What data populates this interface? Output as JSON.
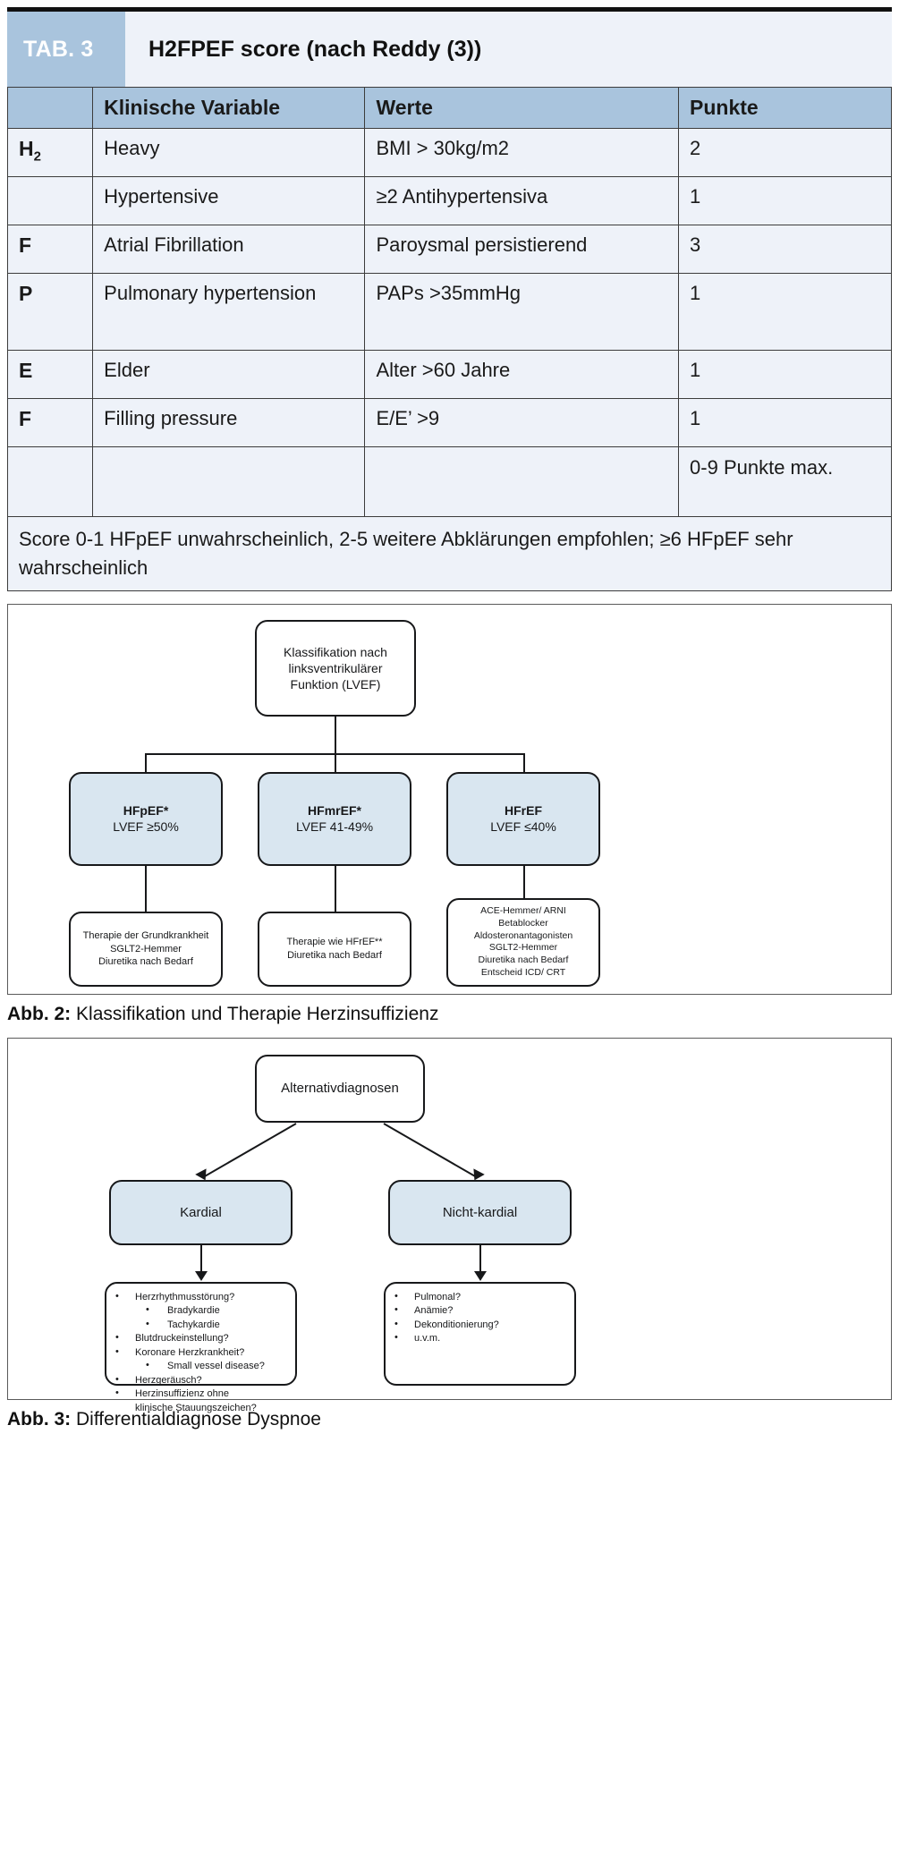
{
  "table3": {
    "badge": "TAB. 3",
    "title": "H2FPEF score (nach Reddy (3))",
    "columns": [
      "",
      "Klinische Variable",
      "Werte",
      "Punkte"
    ],
    "rows": [
      {
        "key": "H",
        "key_sub": "2",
        "variable": "Heavy",
        "werte": "BMI > 30kg/m2",
        "punkte": "2"
      },
      {
        "key": "",
        "key_sub": "",
        "variable": "Hypertensive",
        "werte": "≥2 Antihypertensiva",
        "punkte": "1"
      },
      {
        "key": "F",
        "key_sub": "",
        "variable": "Atrial Fibrillation",
        "werte": "Paroysmal persistierend",
        "punkte": "3"
      },
      {
        "key": "P",
        "key_sub": "",
        "variable": "Pulmonary hypertension",
        "werte": "PAPs >35mmHg",
        "punkte": "1"
      },
      {
        "key": "E",
        "key_sub": "",
        "variable": "Elder",
        "werte": "Alter >60 Jahre",
        "punkte": "1"
      },
      {
        "key": "F",
        "key_sub": "",
        "variable": "Filling pressure",
        "werte": "E/E’ >9",
        "punkte": "1"
      },
      {
        "key": "",
        "key_sub": "",
        "variable": "",
        "werte": "",
        "punkte": "0-9 Punkte max."
      }
    ],
    "note": "Score 0-1 HFpEF unwahrscheinlich, 2-5 weitere Abklärungen empfohlen; ≥6 HFpEF sehr wahrscheinlich"
  },
  "figure2": {
    "caption_label": "Abb. 2:",
    "caption_text": "Klassifikation und Therapie Herzinsuffizienz",
    "root": {
      "line1": "Klassifikation nach",
      "line2": "linksventrikulärer",
      "line3": "Funktion (LVEF)"
    },
    "tier2": [
      {
        "title": "HFpEF*",
        "sub": "LVEF ≥50%"
      },
      {
        "title": "HFmrEF*",
        "sub": "LVEF 41-49%"
      },
      {
        "title": "HFrEF",
        "sub": "LVEF ≤40%"
      }
    ],
    "tier3": [
      {
        "lines": [
          "Therapie der Grundkrankheit",
          "SGLT2-Hemmer",
          "Diuretika nach Bedarf"
        ]
      },
      {
        "lines": [
          "Therapie wie HFrEF**",
          "Diuretika nach Bedarf"
        ]
      },
      {
        "lines": [
          "ACE-Hemmer/ ARNI",
          "Betablocker",
          "Aldosteronantagonisten",
          "SGLT2-Hemmer",
          "Diuretika nach Bedarf",
          "Entscheid ICD/ CRT"
        ]
      }
    ]
  },
  "figure3": {
    "caption_label": "Abb. 3:",
    "caption_text": "Differentialdiagnose Dyspnoe",
    "root": "Alternativdiagnosen",
    "branches": [
      {
        "label": "Kardial"
      },
      {
        "label": "Nicht-kardial"
      }
    ],
    "left_list": [
      {
        "text": "Herzrhythmusstörung?",
        "level": 1
      },
      {
        "text": "Bradykardie",
        "level": 2
      },
      {
        "text": "Tachykardie",
        "level": 2
      },
      {
        "text": "Blutdruckeinstellung?",
        "level": 1
      },
      {
        "text": "Koronare Herzkrankheit?",
        "level": 1
      },
      {
        "text": "Small vessel disease?",
        "level": 2
      },
      {
        "text": "Herzgeräusch?",
        "level": 1
      },
      {
        "text": "Herzinsuffizienz ohne",
        "level": 1
      },
      {
        "text": "klinische Stauungszeichen?",
        "level": 0
      }
    ],
    "right_list": [
      {
        "text": "Pulmonal?",
        "level": 1
      },
      {
        "text": "Anämie?",
        "level": 1
      },
      {
        "text": "Dekonditionierung?",
        "level": 1
      },
      {
        "text": "u.v.m.",
        "level": 1
      }
    ]
  },
  "colors": {
    "badge_bg": "#a9c4dd",
    "table_bg": "#eef2f9",
    "node_blue": "#d9e6f0",
    "line": "#17181a"
  }
}
